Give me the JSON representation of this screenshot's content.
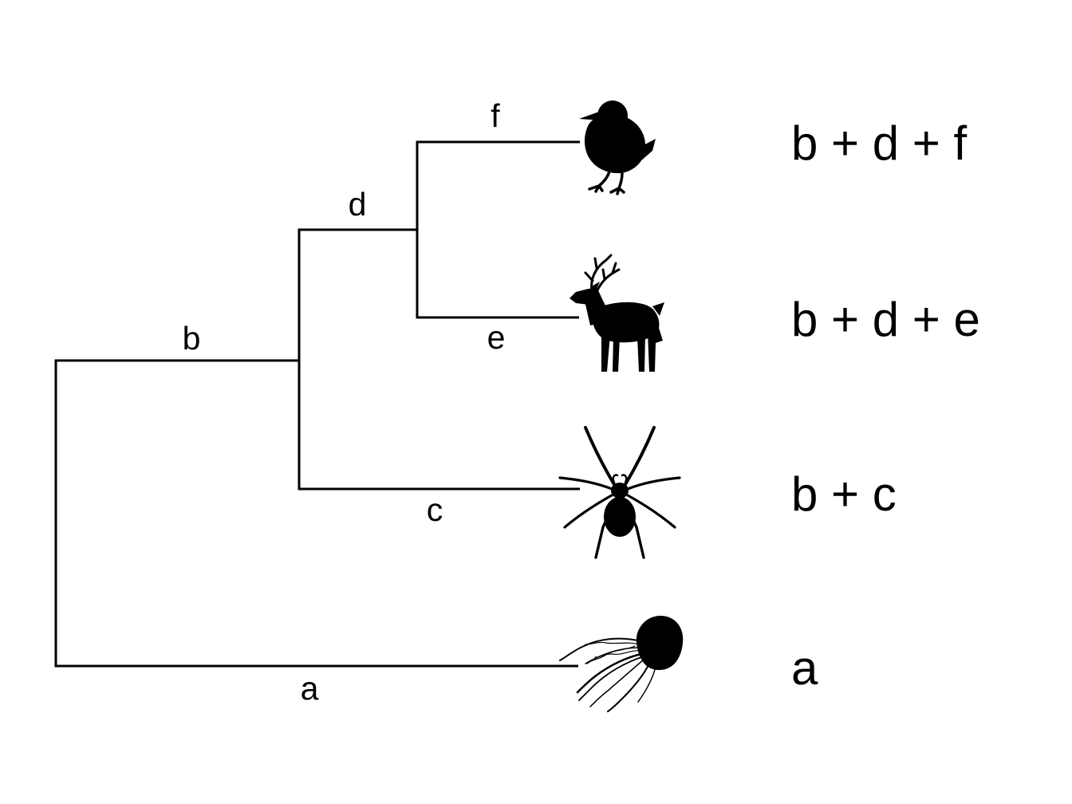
{
  "figure": {
    "type": "cladogram",
    "background_color": "#ffffff",
    "line_color": "#000000",
    "tree": {
      "branches": [
        {
          "id": "a",
          "label": "a"
        },
        {
          "id": "b",
          "label": "b"
        },
        {
          "id": "c",
          "label": "c"
        },
        {
          "id": "d",
          "label": "d"
        },
        {
          "id": "e",
          "label": "e"
        },
        {
          "id": "f",
          "label": "f"
        }
      ],
      "tips": [
        {
          "animal": "bird",
          "icon": "bird-icon",
          "clade_sum": "b + d + f"
        },
        {
          "animal": "deer",
          "icon": "deer-icon",
          "clade_sum": "b + d + e"
        },
        {
          "animal": "spider",
          "icon": "spider-icon",
          "clade_sum": "b + c"
        },
        {
          "animal": "jellyfish",
          "icon": "jellyfish-icon",
          "clade_sum": "a"
        }
      ],
      "tip_order_top_to_bottom": [
        "bird",
        "deer",
        "spider",
        "jellyfish"
      ]
    }
  }
}
